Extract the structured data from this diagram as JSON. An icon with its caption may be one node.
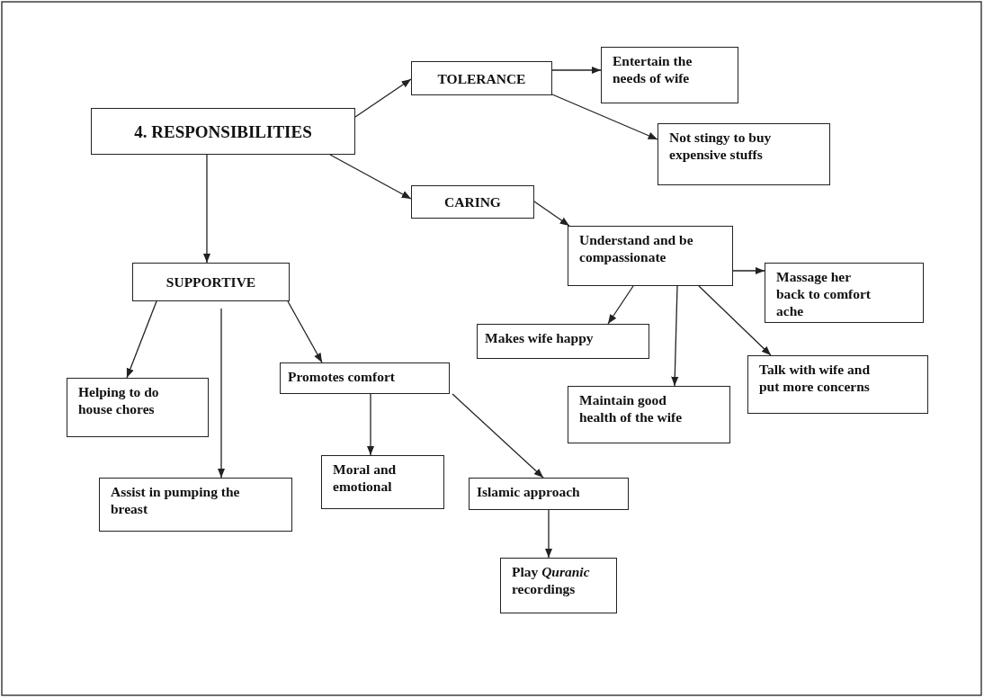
{
  "diagram": {
    "nodes": [
      {
        "text": [
          "4. RESPONSIBILITIES"
        ]
      },
      {
        "text": [
          "TOLERANCE"
        ]
      },
      {
        "text": [
          "CARING"
        ]
      },
      {
        "text": [
          "SUPPORTIVE"
        ]
      },
      {
        "text": [
          "Entertain the needs of wife"
        ]
      },
      {
        "text": [
          "Not stingy to buy expensive stuffs"
        ]
      },
      {
        "text": [
          "Understand and be compassionate"
        ]
      },
      {
        "text": [
          "Massage her back to comfort ache"
        ]
      },
      {
        "text": [
          "Makes wife happy"
        ]
      },
      {
        "text": [
          "Maintain good health of the wife"
        ]
      },
      {
        "text": [
          "Talk with wife and put more concerns"
        ]
      },
      {
        "text": [
          "Helping to do house chores"
        ]
      },
      {
        "text": [
          "Promotes comfort"
        ]
      },
      {
        "text": [
          "Assist in pumping the breast"
        ]
      },
      {
        "text": [
          "Moral and emotional"
        ]
      },
      {
        "text": [
          "Islamic approach"
        ]
      },
      {
        "text": [
          "Play *Quranic* recordings"
        ]
      }
    ],
    "edges": [
      {
        "from": 0,
        "to": 1,
        "arrow": "to"
      },
      {
        "from": 0,
        "to": 2,
        "arrow": "to"
      },
      {
        "from": 0,
        "to": 3,
        "arrow": "to"
      },
      {
        "from": 1,
        "to": 4,
        "arrow": "to"
      },
      {
        "from": 1,
        "to": 5,
        "arrow": "to"
      },
      {
        "from": 2,
        "to": 6,
        "arrow": "to"
      },
      {
        "from": 6,
        "to": 7,
        "arrow": "to"
      },
      {
        "from": 6,
        "to": 8,
        "arrow": "to"
      },
      {
        "from": 6,
        "to": 9,
        "arrow": "to"
      },
      {
        "from": 6,
        "to": 10,
        "arrow": "to"
      },
      {
        "from": 3,
        "to": 11,
        "arrow": "to"
      },
      {
        "from": 3,
        "to": 13,
        "arrow": "to"
      },
      {
        "from": 3,
        "to": 12,
        "arrow": "to"
      },
      {
        "from": 12,
        "to": 14,
        "arrow": "to"
      },
      {
        "from": 12,
        "to": 15,
        "arrow": "to"
      },
      {
        "from": 15,
        "to": 16,
        "arrow": "to"
      }
    ]
  }
}
